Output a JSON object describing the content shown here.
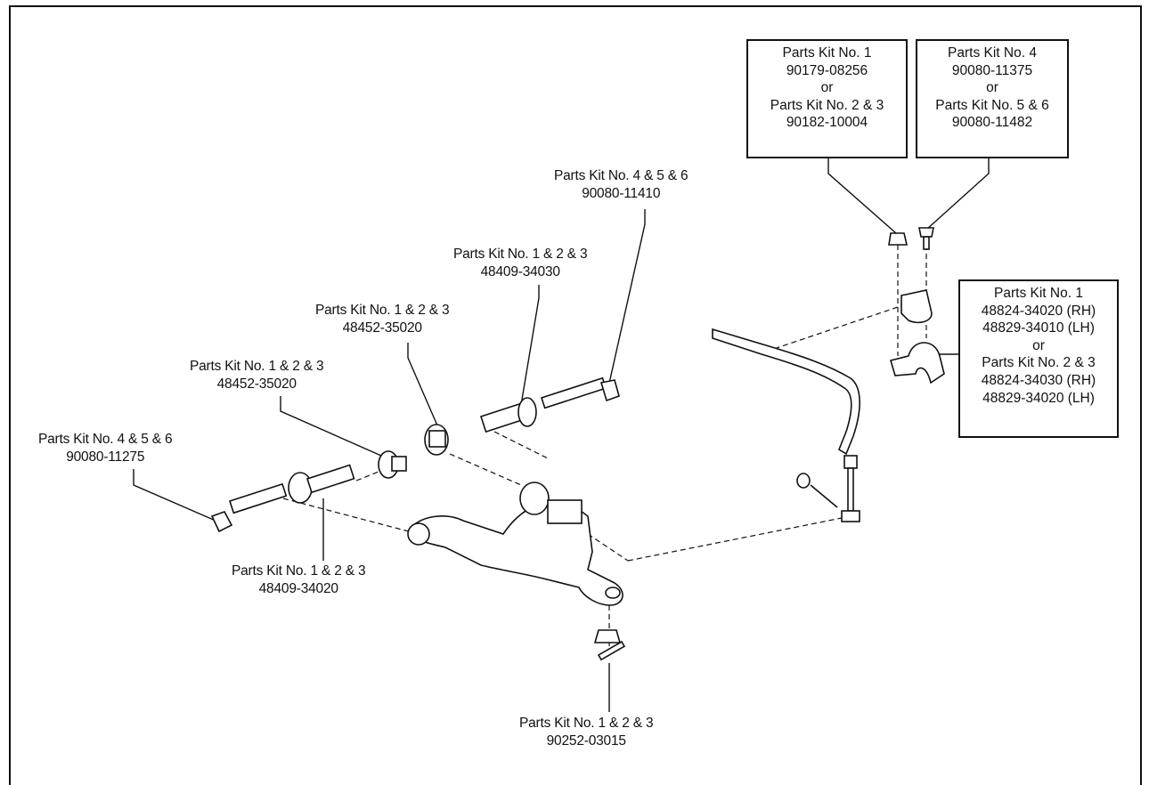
{
  "callouts": {
    "pin_kit": {
      "line1": "Parts Kit No. 1 & 2 & 3",
      "line2": "90252-03015"
    },
    "bolt_left": {
      "line1": "Parts Kit No. 4 & 5 & 6",
      "line2": "90080-11275"
    },
    "washer_left": {
      "line1": "Parts Kit No. 1 & 2 & 3",
      "line2": "48452-35020"
    },
    "washer_mid": {
      "line1": "Parts Kit No. 1 & 2 & 3",
      "line2": "48452-35020"
    },
    "cam_upper": {
      "line1": "Parts Kit No. 1 & 2 & 3",
      "line2": "48409-34030"
    },
    "bolt_upper": {
      "line1": "Parts Kit No. 4 & 5 & 6",
      "line2": "90080-11410"
    },
    "cam_lower": {
      "line1": "Parts Kit No. 1 & 2 & 3",
      "line2": "48409-34020"
    }
  },
  "boxes": {
    "nut_box": {
      "l1": "Parts Kit No. 1",
      "l2": "90179-08256",
      "l3": "or",
      "l4": "Parts Kit No. 2 & 3",
      "l5": "90182-10004"
    },
    "bolt_box": {
      "l1": "Parts Kit No. 4",
      "l2": "90080-11375",
      "l3": "or",
      "l4": "Parts Kit No. 5 & 6",
      "l5": "90080-11482"
    },
    "bracket_box": {
      "l1": "Parts Kit No. 1",
      "l2": "48824-34020 (RH)",
      "l3": "48829-34010 (LH)",
      "l4": "or",
      "l5": "Parts Kit No. 2 & 3",
      "l6": "48824-34030 (RH)",
      "l7": "48829-34020 (LH)"
    }
  },
  "colors": {
    "ink": "#111111",
    "paper": "#ffffff"
  }
}
